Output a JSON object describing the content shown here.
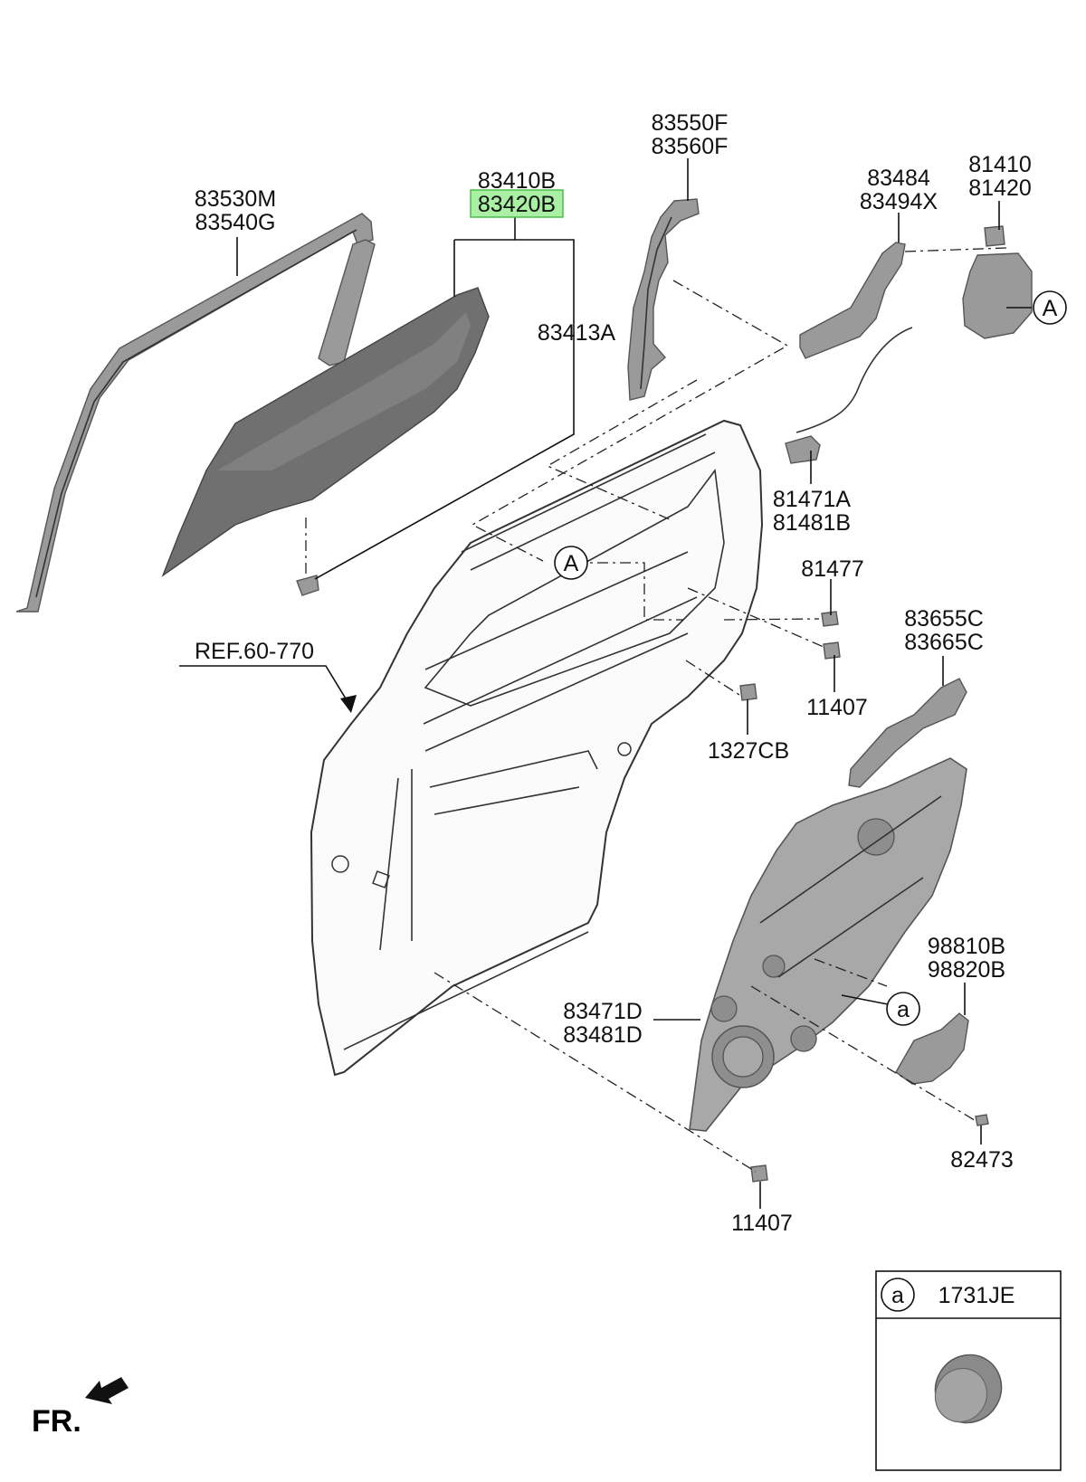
{
  "labels": {
    "l83530": [
      "83530M",
      "83540G"
    ],
    "l83410": [
      "83410B",
      "83420B"
    ],
    "l83413": "83413A",
    "l83550": [
      "83550F",
      "83560F"
    ],
    "l83484": [
      "83484",
      "83494X"
    ],
    "l81410": [
      "81410",
      "81420"
    ],
    "l81471": [
      "81471A",
      "81481B"
    ],
    "l81477": "81477",
    "l11407a": "11407",
    "l1327": "1327CB",
    "l83655": [
      "83655C",
      "83665C"
    ],
    "l98810": [
      "98810B",
      "98820B"
    ],
    "l83471": [
      "83471D",
      "83481D"
    ],
    "l82473": "82473",
    "l11407b": "11407",
    "ref": "REF.60-770",
    "fr": "FR."
  },
  "callouts": {
    "A": "A",
    "a": "a"
  },
  "legend": {
    "letter": "a",
    "part": "1731JE"
  },
  "colors": {
    "highlight_fill": "#aaf0a4",
    "highlight_stroke": "#4bbd47",
    "part_gray": "#9a9a9a"
  }
}
